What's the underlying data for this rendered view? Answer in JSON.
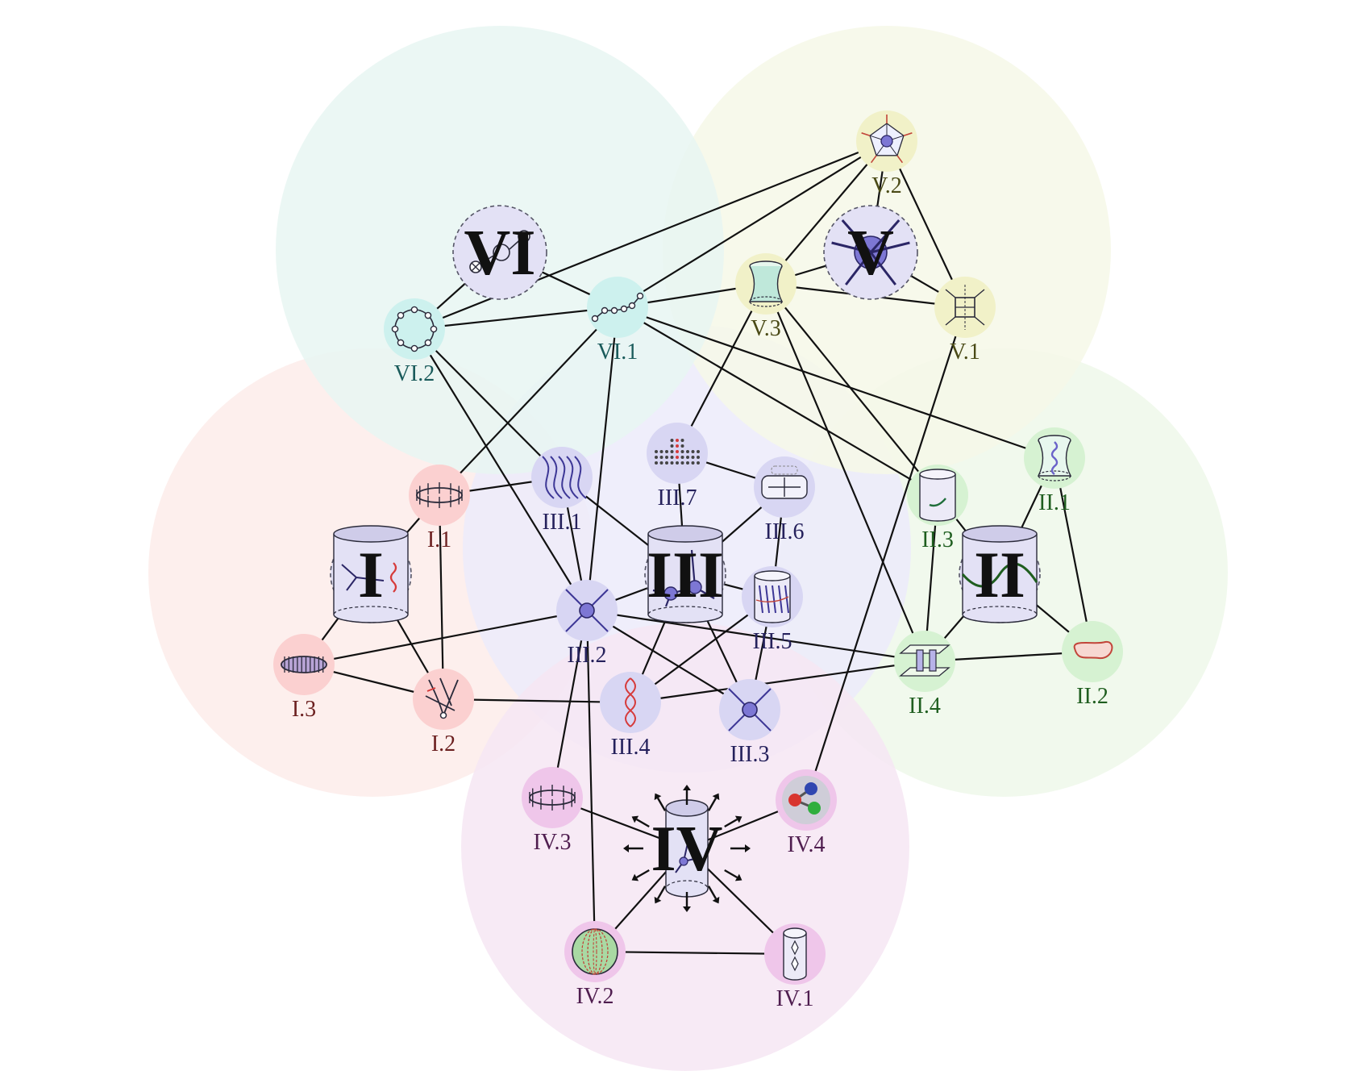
{
  "colors": {
    "edge": "#111111",
    "hub_fill": "#e3e1f5",
    "hub_text": "#111111"
  },
  "regions": [
    {
      "id": "I",
      "fill": "#fdecea"
    },
    {
      "id": "II",
      "fill": "#eef8ea"
    },
    {
      "id": "III",
      "fill": "#ecebfa"
    },
    {
      "id": "IV",
      "fill": "#f6e6f3"
    },
    {
      "id": "V",
      "fill": "#f6f8e8"
    },
    {
      "id": "VI",
      "fill": "#e8f6f2"
    }
  ],
  "hubs": [
    {
      "id": "I",
      "label": "I",
      "icon": "cylinder-worldlines-icon"
    },
    {
      "id": "II",
      "label": "II",
      "icon": "cylinder-curve-icon"
    },
    {
      "id": "III",
      "label": "III",
      "icon": "cylinder-vertices-icon"
    },
    {
      "id": "IV",
      "label": "IV",
      "icon": "cylinder-arrows-icon"
    },
    {
      "id": "V",
      "label": "V",
      "icon": "sphere-vertex-icon"
    },
    {
      "id": "VI",
      "label": "VI",
      "icon": "loop-crosses-icon"
    }
  ],
  "nodes": [
    {
      "id": "I.1",
      "label": "I.1",
      "group": "I",
      "fill": "#fbd0d0",
      "text": "#6b1f1f",
      "icon": "ring-ticks-icon"
    },
    {
      "id": "I.2",
      "label": "I.2",
      "group": "I",
      "fill": "#fbd0d0",
      "text": "#6b1f1f",
      "icon": "branching-lines-icon"
    },
    {
      "id": "I.3",
      "label": "I.3",
      "group": "I",
      "fill": "#fbd0d0",
      "text": "#6b1f1f",
      "icon": "disk-ticks-icon"
    },
    {
      "id": "II.1",
      "label": "II.1",
      "group": "II",
      "fill": "#d6f2d2",
      "text": "#1f5e1f",
      "icon": "throat-wave-icon"
    },
    {
      "id": "II.2",
      "label": "II.2",
      "group": "II",
      "fill": "#d6f2d2",
      "text": "#1f5e1f",
      "icon": "closed-loop-icon"
    },
    {
      "id": "II.3",
      "label": "II.3",
      "group": "II",
      "fill": "#d6f2d2",
      "text": "#1f5e1f",
      "icon": "cylinder-hook-icon"
    },
    {
      "id": "II.4",
      "label": "II.4",
      "group": "II",
      "fill": "#d6f2d2",
      "text": "#1f5e1f",
      "icon": "plates-icon"
    },
    {
      "id": "III.1",
      "label": "III.1",
      "group": "III",
      "fill": "#d8d6f3",
      "text": "#25215c",
      "icon": "braids-icon"
    },
    {
      "id": "III.2",
      "label": "III.2",
      "group": "III",
      "fill": "#d8d6f3",
      "text": "#25215c",
      "icon": "four-vertex-icon"
    },
    {
      "id": "III.3",
      "label": "III.3",
      "group": "III",
      "fill": "#d8d6f3",
      "text": "#25215c",
      "icon": "four-vertex-icon"
    },
    {
      "id": "III.4",
      "label": "III.4",
      "group": "III",
      "fill": "#d8d6f3",
      "text": "#25215c",
      "icon": "helix-icon"
    },
    {
      "id": "III.5",
      "label": "III.5",
      "group": "III",
      "fill": "#d8d6f3",
      "text": "#25215c",
      "icon": "cylinder-lines-icon"
    },
    {
      "id": "III.6",
      "label": "III.6",
      "group": "III",
      "fill": "#d8d6f3",
      "text": "#25215c",
      "icon": "sideways-cylinder-icon"
    },
    {
      "id": "III.7",
      "label": "III.7",
      "group": "III",
      "fill": "#d8d6f3",
      "text": "#25215c",
      "icon": "dot-lattice-icon"
    },
    {
      "id": "IV.1",
      "label": "IV.1",
      "group": "IV",
      "fill": "#efc6ea",
      "text": "#4f1d4f",
      "icon": "cylinder-slits-icon"
    },
    {
      "id": "IV.2",
      "label": "IV.2",
      "group": "IV",
      "fill": "#efc6ea",
      "text": "#4f1d4f",
      "icon": "green-sphere-icon"
    },
    {
      "id": "IV.3",
      "label": "IV.3",
      "group": "IV",
      "fill": "#efc6ea",
      "text": "#4f1d4f",
      "icon": "ring-ticks-icon"
    },
    {
      "id": "IV.4",
      "label": "IV.4",
      "group": "IV",
      "fill": "#efc6ea",
      "text": "#4f1d4f",
      "icon": "three-balls-icon"
    },
    {
      "id": "V.1",
      "label": "V.1",
      "group": "V",
      "fill": "#f1f1c8",
      "text": "#4a4a16",
      "icon": "box-diagram-icon"
    },
    {
      "id": "V.2",
      "label": "V.2",
      "group": "V",
      "fill": "#f1f1c8",
      "text": "#4a4a16",
      "icon": "pentagon-vertex-icon"
    },
    {
      "id": "V.3",
      "label": "V.3",
      "group": "V",
      "fill": "#f1f1c8",
      "text": "#4a4a16",
      "icon": "throat-icon"
    },
    {
      "id": "VI.1",
      "label": "VI.1",
      "group": "VI",
      "fill": "#cdf1ee",
      "text": "#1a5b5b",
      "icon": "chain-icon"
    },
    {
      "id": "VI.2",
      "label": "VI.2",
      "group": "VI",
      "fill": "#cdf1ee",
      "text": "#1a5b5b",
      "icon": "bead-ring-icon"
    }
  ],
  "edges": [
    [
      "VI",
      "VI.2"
    ],
    [
      "VI",
      "VI.1"
    ],
    [
      "VI.2",
      "VI.1"
    ],
    [
      "VI.2",
      "V.2"
    ],
    [
      "VI.1",
      "V.2"
    ],
    [
      "VI.1",
      "V.3"
    ],
    [
      "V.3",
      "V.1"
    ],
    [
      "V.3",
      "V"
    ],
    [
      "V",
      "V.1"
    ],
    [
      "V.2",
      "V"
    ],
    [
      "V.2",
      "V.3"
    ],
    [
      "V.2",
      "V.1"
    ],
    [
      "VI.1",
      "II.1"
    ],
    [
      "VI.1",
      "II.3"
    ],
    [
      "VI.1",
      "I.1"
    ],
    [
      "VI.1",
      "III.2"
    ],
    [
      "VI.2",
      "III.1"
    ],
    [
      "VI.2",
      "III.2"
    ],
    [
      "V.3",
      "III.7"
    ],
    [
      "V.3",
      "II.3"
    ],
    [
      "V.3",
      "II.4"
    ],
    [
      "V.1",
      "IV.4"
    ],
    [
      "I",
      "I.1"
    ],
    [
      "I",
      "I.3"
    ],
    [
      "I",
      "I.2"
    ],
    [
      "I.1",
      "I.2"
    ],
    [
      "I.3",
      "I.2"
    ],
    [
      "I.1",
      "III.1"
    ],
    [
      "I.3",
      "III.2"
    ],
    [
      "I.2",
      "III.4"
    ],
    [
      "III.1",
      "III.2"
    ],
    [
      "III.1",
      "III"
    ],
    [
      "III.7",
      "III.6"
    ],
    [
      "III.7",
      "III"
    ],
    [
      "III.6",
      "III"
    ],
    [
      "III.6",
      "III.5"
    ],
    [
      "III.2",
      "III"
    ],
    [
      "III.2",
      "III.3"
    ],
    [
      "III.2",
      "II.4"
    ],
    [
      "III.2",
      "IV.3"
    ],
    [
      "III.2",
      "IV.2"
    ],
    [
      "III",
      "III.4"
    ],
    [
      "III",
      "III.3"
    ],
    [
      "III",
      "III.5"
    ],
    [
      "III.5",
      "III.3"
    ],
    [
      "III.5",
      "III.4"
    ],
    [
      "III.4",
      "II.4"
    ],
    [
      "II",
      "II.3"
    ],
    [
      "II",
      "II.1"
    ],
    [
      "II",
      "II.4"
    ],
    [
      "II",
      "II.2"
    ],
    [
      "II.1",
      "II.2"
    ],
    [
      "II.3",
      "II.4"
    ],
    [
      "II.4",
      "II.2"
    ],
    [
      "IV",
      "IV.3"
    ],
    [
      "IV",
      "IV.4"
    ],
    [
      "IV",
      "IV.2"
    ],
    [
      "IV",
      "IV.1"
    ],
    [
      "IV.2",
      "IV.1"
    ]
  ]
}
